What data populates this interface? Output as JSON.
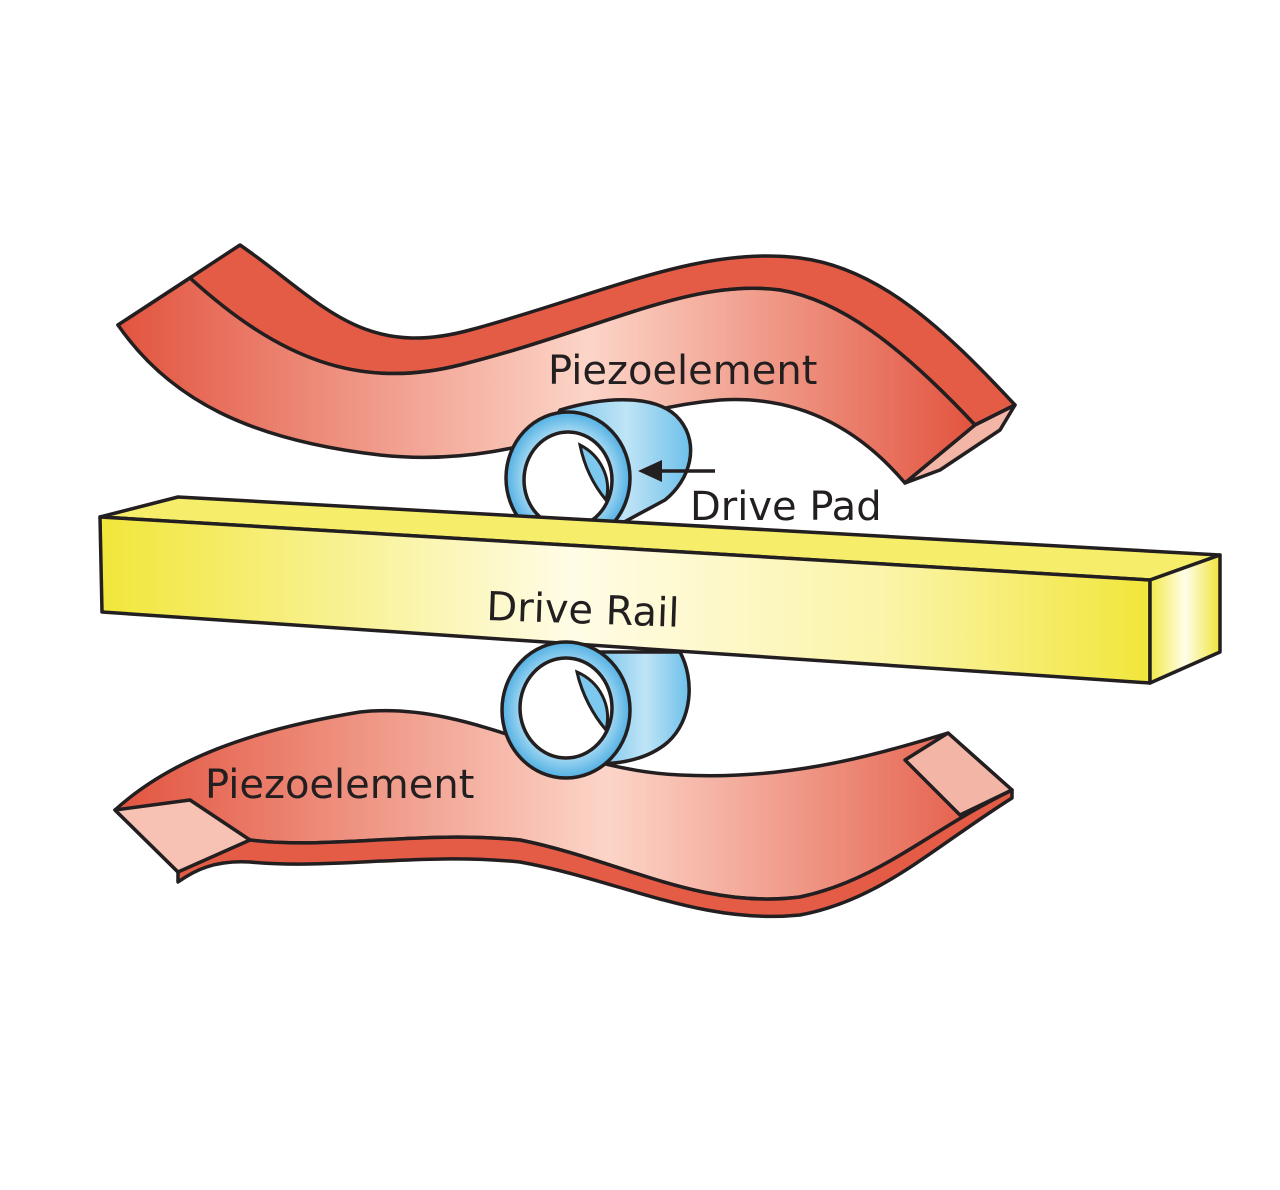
{
  "labels": {
    "top_piezo": "Piezoelement",
    "bottom_piezo": "Piezoelement",
    "drive_pad": "Drive Pad",
    "drive_rail": "Drive Rail"
  },
  "colors": {
    "piezo": "#e8614d",
    "piezo_highlight": "#fbd3c6",
    "pad": "#7cc8ee",
    "pad_light": "#d3edf9",
    "rail": "#f2ea3c",
    "rail_light": "#fffbe0",
    "outline": "#231f20",
    "background": "#ffffff"
  }
}
